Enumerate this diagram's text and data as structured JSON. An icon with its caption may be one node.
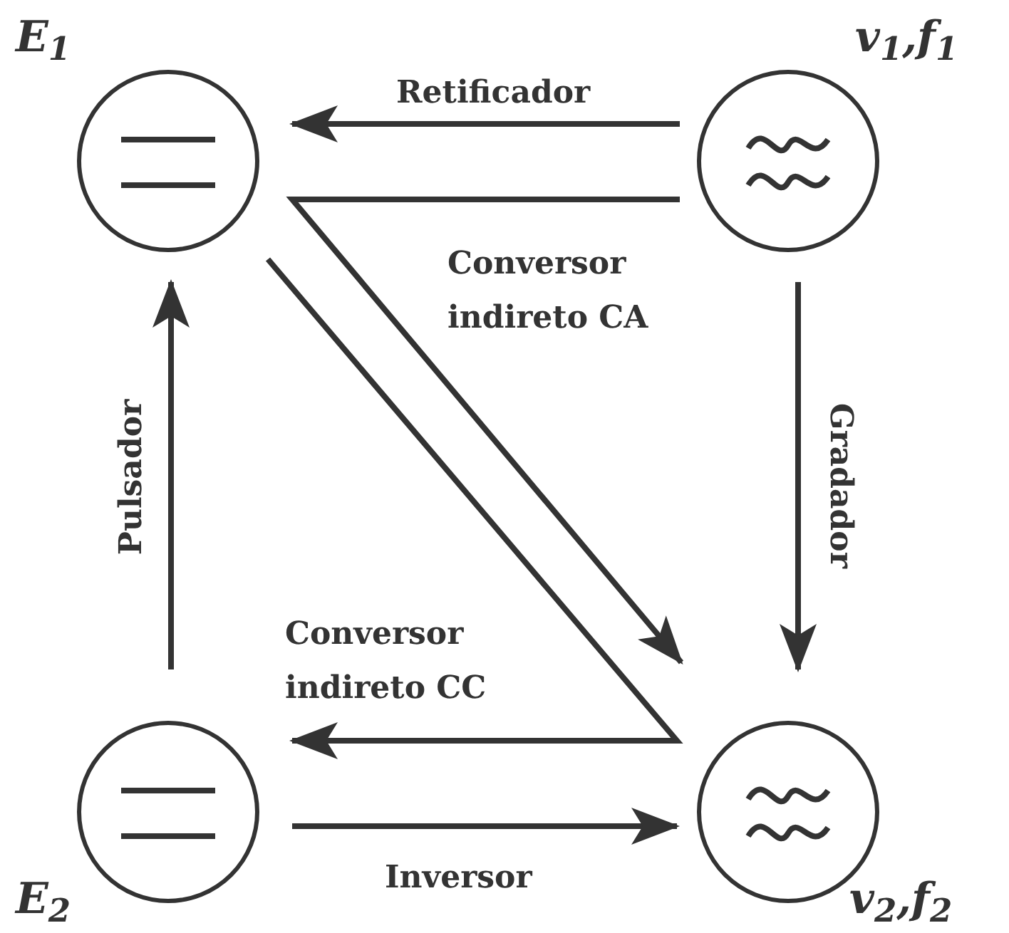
{
  "diagram": {
    "nodes": [
      {
        "text": [
          "E$_{1}$"
        ]
      },
      {
        "text": [
          "v$_{1}$,f$_{1}$"
        ]
      },
      {
        "text": [
          "E$_{2}$"
        ]
      },
      {
        "text": [
          "v$_{2}$,f$_{2}$"
        ]
      }
    ],
    "edges": [
      {
        "from": 1,
        "to": 0,
        "arrow": "to",
        "label": "Retificador"
      },
      {
        "from": 1,
        "to": 3,
        "arrow": "to",
        "label": "Conversor indireto CA"
      },
      {
        "from": 1,
        "to": 3,
        "arrow": "to",
        "label": "Gradador"
      },
      {
        "from": 2,
        "to": 0,
        "arrow": "to",
        "label": "Pulsador"
      },
      {
        "from": 0,
        "to": 2,
        "arrow": "to",
        "label": "Conversor indireto CC"
      },
      {
        "from": 2,
        "to": 3,
        "arrow": "to",
        "label": "Inversor"
      }
    ]
  }
}
